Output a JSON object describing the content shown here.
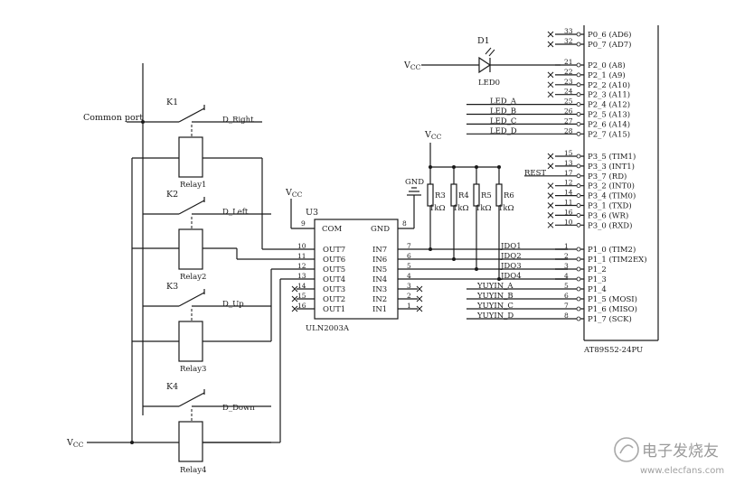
{
  "labels": {
    "common_port": "Common port",
    "vcc": "V",
    "vcc_sub": "CC",
    "gnd": "GND",
    "d1": "D1",
    "led0": "LED0"
  },
  "relays": [
    {
      "k": "K1",
      "out": "D_Right",
      "name": "Relay1"
    },
    {
      "k": "K2",
      "out": "D_Left",
      "name": "Relay2"
    },
    {
      "k": "K3",
      "out": "D_Up",
      "name": "Relay3"
    },
    {
      "k": "K4",
      "out": "D_Down",
      "name": "Relay4"
    }
  ],
  "resistors": [
    {
      "ref": "R3",
      "val": "1kΩ"
    },
    {
      "ref": "R4",
      "val": "1kΩ"
    },
    {
      "ref": "R5",
      "val": "1kΩ"
    },
    {
      "ref": "R6",
      "val": "1kΩ"
    }
  ],
  "uln": {
    "ref": "U3",
    "part": "ULN2003A",
    "com": "COM",
    "gnd": "GND",
    "pin9": "9",
    "pin8": "8",
    "left": [
      {
        "pin": "10",
        "name": "OUT7"
      },
      {
        "pin": "11",
        "name": "OUT6"
      },
      {
        "pin": "12",
        "name": "OUT5"
      },
      {
        "pin": "13",
        "name": "OUT4"
      },
      {
        "pin": "14",
        "name": "OUT3"
      },
      {
        "pin": "15",
        "name": "OUT2"
      },
      {
        "pin": "16",
        "name": "OUT1"
      }
    ],
    "right": [
      {
        "pin": "7",
        "name": "IN7"
      },
      {
        "pin": "6",
        "name": "IN6"
      },
      {
        "pin": "5",
        "name": "IN5"
      },
      {
        "pin": "4",
        "name": "IN4"
      },
      {
        "pin": "3",
        "name": "IN3"
      },
      {
        "pin": "2",
        "name": "IN2"
      },
      {
        "pin": "1",
        "name": "IN1"
      }
    ]
  },
  "mcu": {
    "part": "AT89S52-24PU",
    "p0": [
      {
        "pin": "33",
        "name": "P0_6 (AD6)"
      },
      {
        "pin": "32",
        "name": "P0_7 (AD7)"
      }
    ],
    "p2": [
      {
        "pin": "21",
        "name": "P2_0 (A8)",
        "net": ""
      },
      {
        "pin": "22",
        "name": "P2_1 (A9)",
        "net": ""
      },
      {
        "pin": "23",
        "name": "P2_2 (A10)",
        "net": ""
      },
      {
        "pin": "24",
        "name": "P2_3 (A11)",
        "net": ""
      },
      {
        "pin": "25",
        "name": "P2_4 (A12)",
        "net": "LED_A"
      },
      {
        "pin": "26",
        "name": "P2_5 (A13)",
        "net": "LED_B"
      },
      {
        "pin": "27",
        "name": "P2_6 (A14)",
        "net": "LED_C"
      },
      {
        "pin": "28",
        "name": "P2_7 (A15)",
        "net": "LED_D"
      }
    ],
    "p3": [
      {
        "pin": "15",
        "name": "P3_5 (TIM1)",
        "net": ""
      },
      {
        "pin": "13",
        "name": "P3_3 (INT1)",
        "net": ""
      },
      {
        "pin": "17",
        "name": "P3_7 (RD)",
        "net": "REST"
      },
      {
        "pin": "12",
        "name": "P3_2 (INT0)",
        "net": ""
      },
      {
        "pin": "14",
        "name": "P3_4 (TIM0)",
        "net": ""
      },
      {
        "pin": "11",
        "name": "P3_1 (TXD)",
        "net": ""
      },
      {
        "pin": "16",
        "name": "P3_6 (WR)",
        "net": ""
      },
      {
        "pin": "10",
        "name": "P3_0 (RXD)",
        "net": ""
      }
    ],
    "p1": [
      {
        "pin": "1",
        "name": "P1_0 (TIM2)",
        "net": "JDQ1"
      },
      {
        "pin": "2",
        "name": "P1_1 (TIM2EX)",
        "net": "JDQ2"
      },
      {
        "pin": "3",
        "name": "P1_2",
        "net": "JDQ3"
      },
      {
        "pin": "4",
        "name": "P1_3",
        "net": "JDQ4"
      },
      {
        "pin": "5",
        "name": "P1_4",
        "net": "YUYIN_A"
      },
      {
        "pin": "6",
        "name": "P1_5 (MOSI)",
        "net": "YUYIN_B"
      },
      {
        "pin": "7",
        "name": "P1_6 (MISO)",
        "net": "YUYIN_C"
      },
      {
        "pin": "8",
        "name": "P1_7 (SCK)",
        "net": "YUYIN_D"
      }
    ]
  },
  "watermark": {
    "cn": "电子发烧友",
    "url": "www.elecfans.com"
  }
}
